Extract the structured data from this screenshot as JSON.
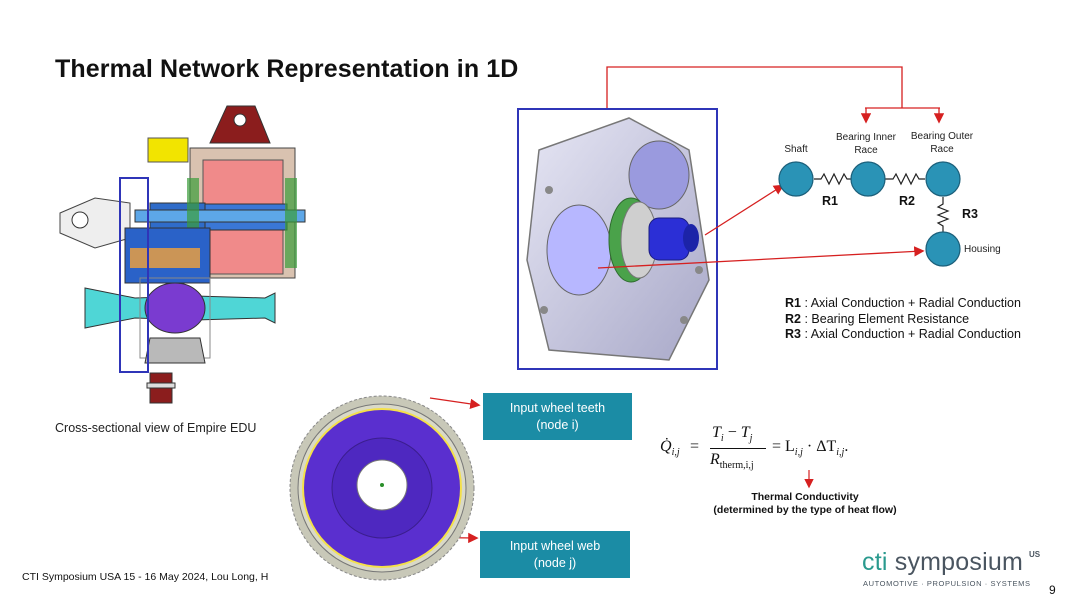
{
  "slide": {
    "title": "Thermal Network Representation in 1D",
    "page_number": "9"
  },
  "edu": {
    "caption": "Cross-sectional view of Empire EDU"
  },
  "network": {
    "nodes": {
      "shaft": "Shaft",
      "bearing_inner": "Bearing Inner Race",
      "bearing_outer": "Bearing Outer Race",
      "housing": "Housing"
    },
    "resistors": {
      "r1": "R1",
      "r2": "R2",
      "r3": "R3"
    },
    "node_color": "#2a93b6",
    "arrow_color": "#d62020"
  },
  "legend": [
    {
      "key": "R1",
      "text": " : Axial Conduction + Radial Conduction"
    },
    {
      "key": "R2",
      "text": " : Bearing Element Resistance"
    },
    {
      "key": "R3",
      "text": " : Axial Conduction + Radial Conduction"
    }
  ],
  "gear": {
    "teeth_callout": {
      "line1": "Input wheel teeth",
      "line2": "(node i)"
    },
    "web_callout": {
      "line1": "Input wheel web",
      "line2": "(node j)"
    },
    "callout_color": "#1b8ca5"
  },
  "equation": {
    "lhs_symbol": "Q̇",
    "lhs_sub": "i,j",
    "equals": "=",
    "num_ti": "T",
    "num_ti_sub": "i",
    "num_minus": " − ",
    "num_tj": "T",
    "num_tj_sub": "j",
    "den": "R",
    "den_sub": "therm,i,j",
    "rhs": "= L",
    "rhs_sub": "i,j",
    "rhs_dot": " · ΔT",
    "rhs_sub2": "i,j",
    "rhs_end": ".",
    "annotation_line1": "Thermal Conductivity",
    "annotation_line2": "(determined by the type of heat flow)"
  },
  "footer": {
    "citation": "CTI Symposium USA 15 - 16 May 2024, Lou Long, H"
  },
  "logo": {
    "brand_prefix": "cti",
    "brand_main": " symposium",
    "superscript": "US",
    "tagline": "AUTOMOTIVE · PROPULSION · SYSTEMS"
  }
}
